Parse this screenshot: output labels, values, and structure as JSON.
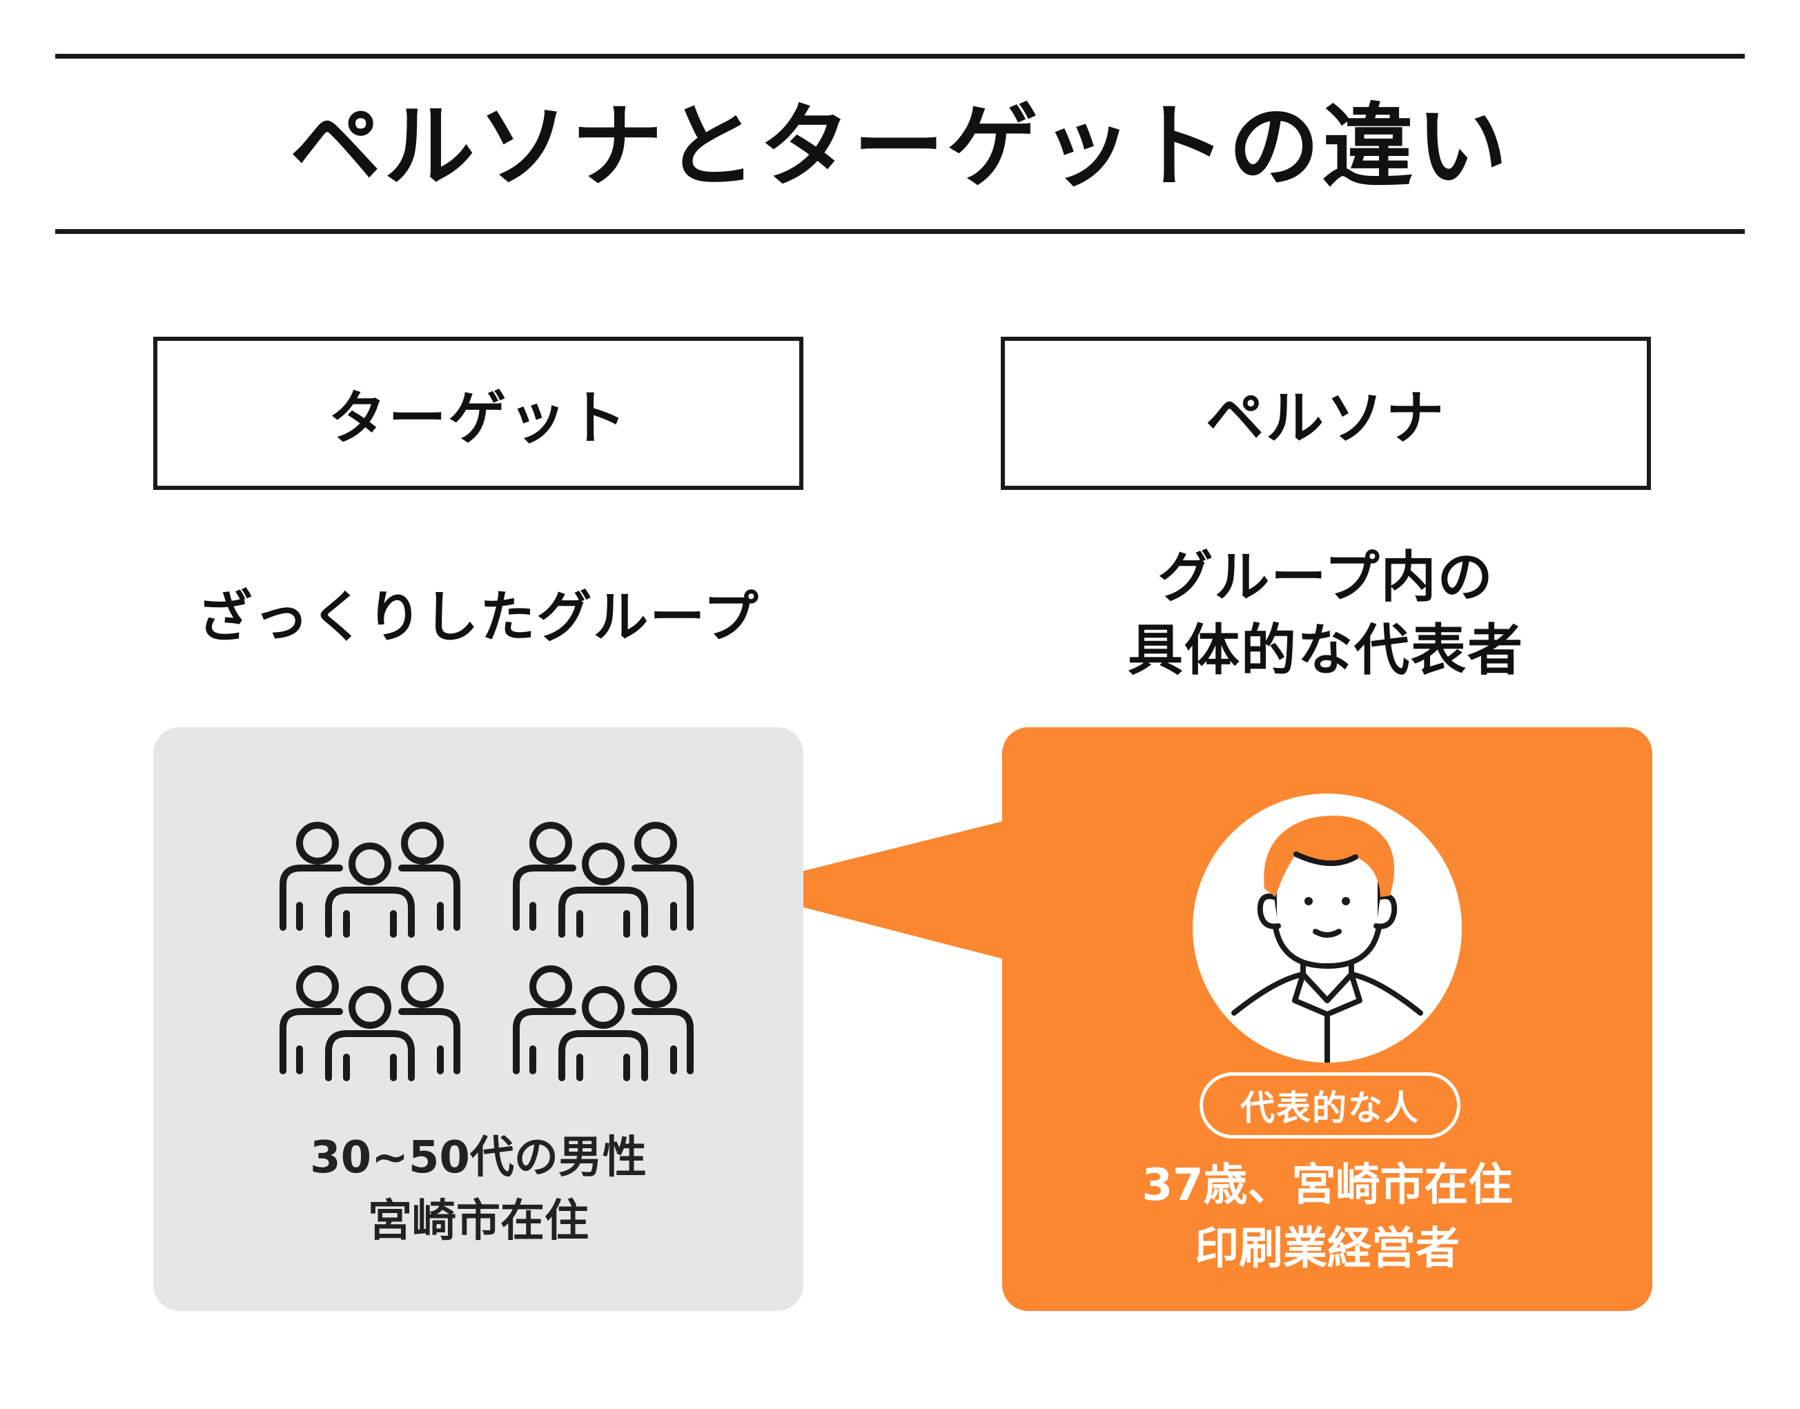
{
  "title": "ペルソナとターゲットの違い",
  "colors": {
    "accent": "#fb8730",
    "panel_gray": "#e6e6e6",
    "line": "#1a1a1a",
    "text": "#111111"
  },
  "target": {
    "label": "ターゲット",
    "description": "ざっくりしたグループ",
    "icon": "people-group-icon",
    "detail_line1": "30~50代の男性",
    "detail_line2": "宮崎市在住"
  },
  "persona": {
    "label": "ペルソナ",
    "description_line1": "グループ内の",
    "description_line2": "具体的な代表者",
    "icon": "man-avatar-icon",
    "badge": "代表的な人",
    "detail_line1": "37歳、宮崎市在住",
    "detail_line2": "印刷業経営者"
  }
}
